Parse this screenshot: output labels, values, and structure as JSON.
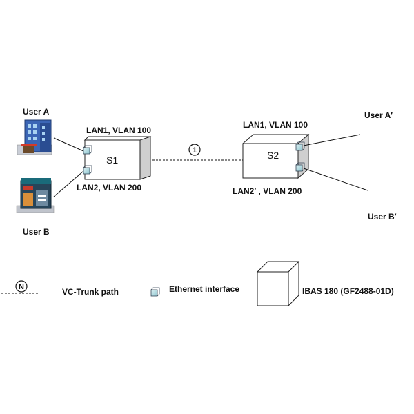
{
  "users": {
    "a": "User A",
    "b": "User B",
    "a_prime": "User A′",
    "b_prime": "User B′"
  },
  "s1": {
    "name": "S1",
    "top_label": "LAN1, VLAN 100",
    "bottom_label": "LAN2, VLAN 200"
  },
  "s2": {
    "name": "S2",
    "top_label": "LAN1, VLAN 100",
    "bottom_label": "LAN2′ , VLAN 200"
  },
  "path_marker": "1",
  "legend": {
    "path_symbol": "N",
    "path_label": "VC-Trunk path",
    "interface_label": "Ethernet interface",
    "device_label": "IBAS 180 (GF2488-01D)"
  }
}
